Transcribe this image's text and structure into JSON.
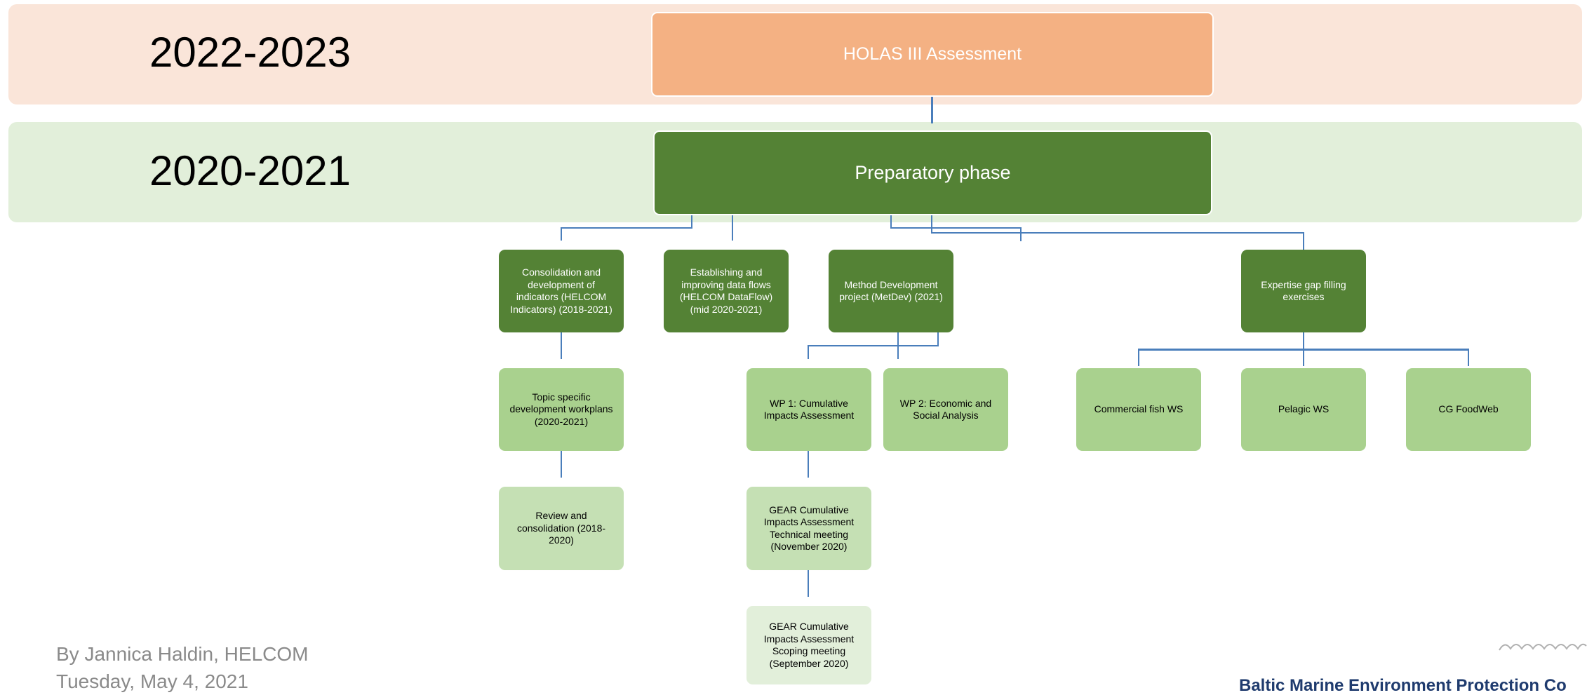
{
  "bands": [
    {
      "period": "2022-2023",
      "title": "HOLAS III Assessment"
    },
    {
      "period": "2020-2021",
      "title": "Preparatory phase"
    }
  ],
  "nodes": {
    "indicators": "Consolidation and development of indicators (HELCOM Indicators) (2018-2021)",
    "dataflow": "Establishing and improving data flows (HELCOM DataFlow) (mid 2020-2021)",
    "metdev": "Method Development project (MetDev) (2021)",
    "expertise": "Expertise gap filling exercises",
    "workplans": "Topic specific development workplans (2020-2021)",
    "review": "Review and consolidation (2018-2020)",
    "wp1": "WP 1: Cumulative Impacts Assessment",
    "wp2": "WP 2: Economic and Social Analysis",
    "gear_technical": "GEAR Cumulative Impacts Assessment Technical meeting (November 2020)",
    "gear_scoping": "GEAR Cumulative Impacts Assessment Scoping meeting (September 2020)",
    "commercial_fish": "Commercial  fish WS",
    "pelagic": "Pelagic WS",
    "foodweb": "CG FoodWeb"
  },
  "footer": {
    "author": "By Jannica Haldin, HELCOM",
    "date": "Tuesday, May 4, 2021",
    "organization": "Baltic Marine Environment Protection Co"
  },
  "colors": {
    "connector": "#4a7ebb",
    "band_top": "#fae5d9",
    "band_mid": "#e2efda",
    "holas": "#f4b183",
    "dark_green": "#548235",
    "mid_green": "#a9d18e",
    "light_green": "#c5e0b4",
    "pale_green": "#e2efda"
  },
  "icons": {
    "logo": "wave-logo-icon"
  }
}
